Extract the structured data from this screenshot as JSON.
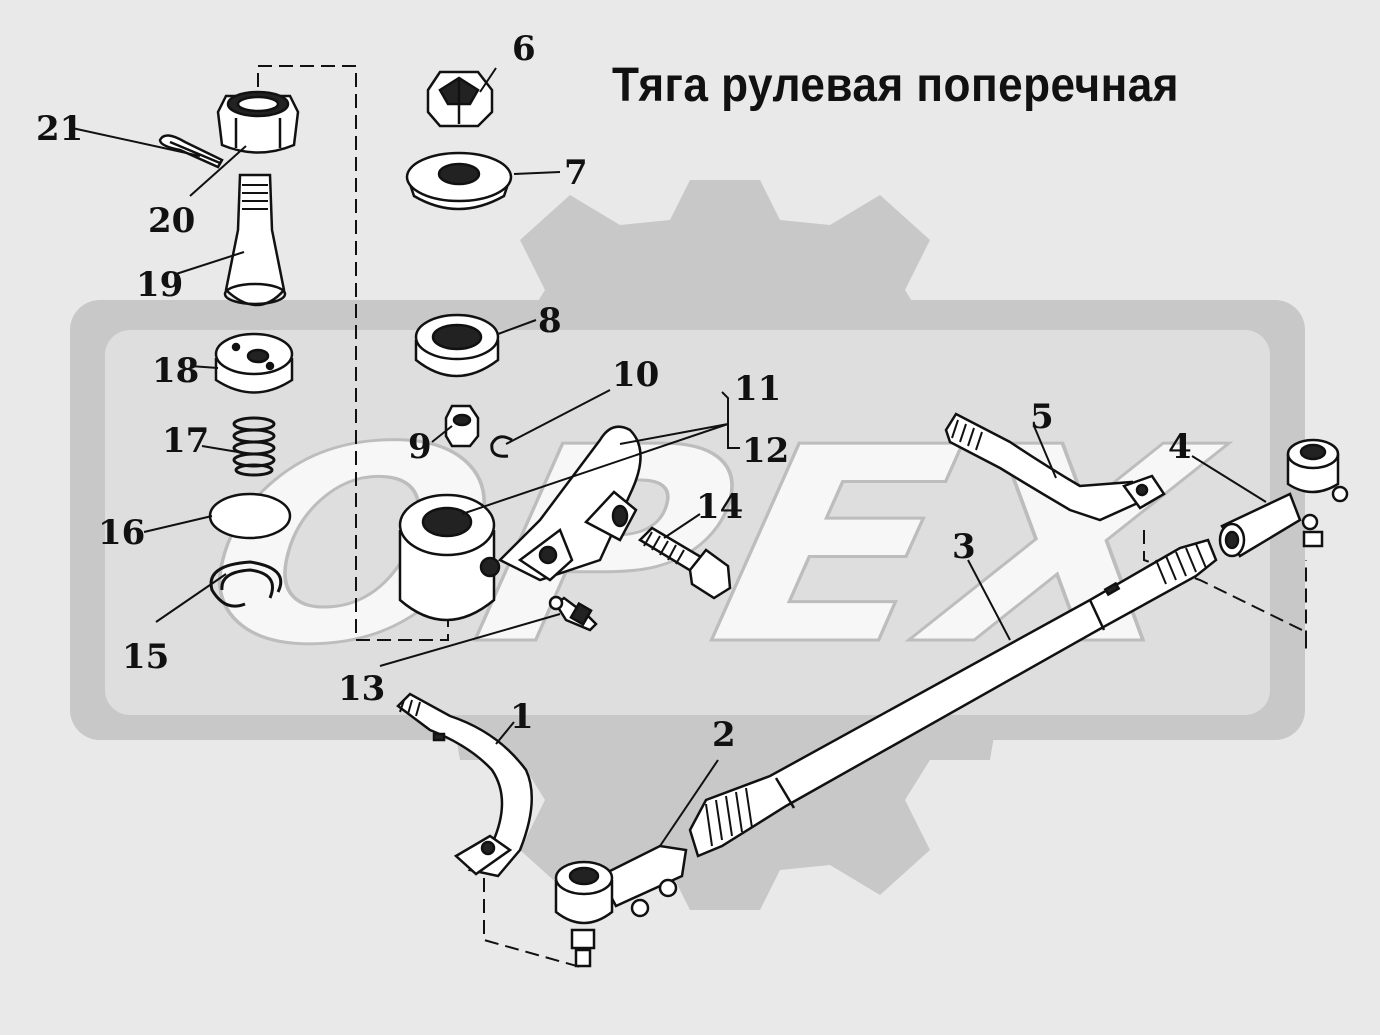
{
  "title": "Тяга рулевая поперечная",
  "watermark": {
    "text": "OPEX",
    "color": "#c8c8c8"
  },
  "callouts": [
    "1",
    "2",
    "3",
    "4",
    "5",
    "6",
    "7",
    "8",
    "9",
    "10",
    "11",
    "12",
    "13",
    "14",
    "15",
    "16",
    "17",
    "18",
    "19",
    "20",
    "21"
  ],
  "colors": {
    "background": "#e9e9e9",
    "ink": "#111111",
    "part_fill": "#ffffff"
  }
}
